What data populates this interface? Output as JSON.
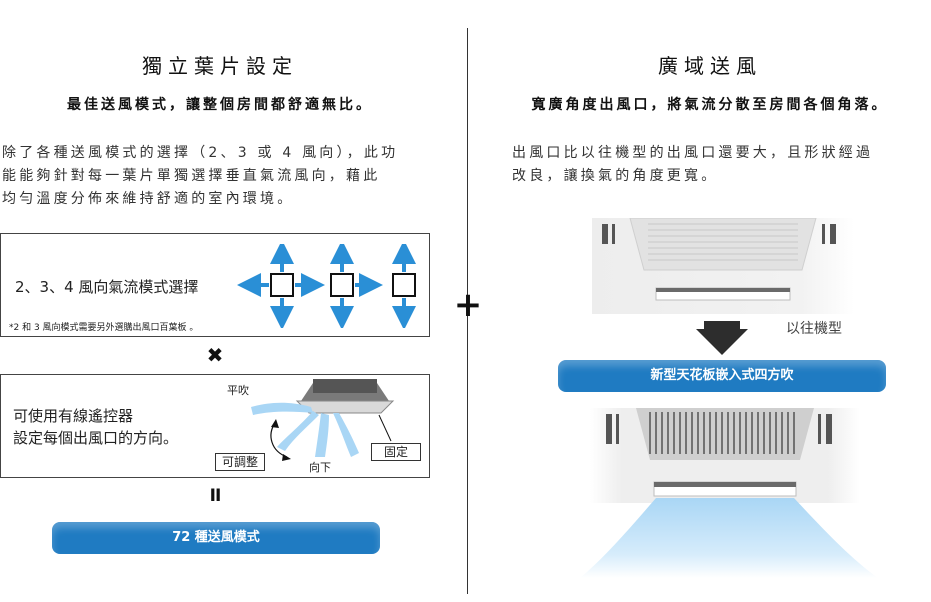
{
  "left": {
    "title": "獨立葉片設定",
    "subtitle": "最佳送風模式，讓整個房間都舒適無比。",
    "body_lines": [
      "除了各種送風模式的選擇（2、3 或 4 風向），此功",
      "能能夠針對每一葉片單獨選擇垂直氣流風向，藉此",
      "均勻溫度分佈來維持舒適的室內環境。"
    ],
    "airflow_box": {
      "label": "2、3、4 風向氣流模式選擇",
      "note": "*2 和 3 風向模式需要另外選購出風口百葉板 。"
    },
    "times_symbol": "✖",
    "remote_box": {
      "text_line1": "可使用有線遙控器",
      "text_line2": "設定每個出風口的方向。",
      "label_flat": "平吹",
      "label_down": "向下",
      "tag_adjustable": "可調整",
      "tag_fixed": "固定"
    },
    "equals_symbol": "II",
    "result_pill": "72 種送風模式"
  },
  "plus_symbol": "+",
  "right": {
    "title": "廣域送風",
    "subtitle": "寬廣角度出風口，將氣流分散至房間各個角落。",
    "body_lines": [
      "出風口比以往機型的出風口還要大，且形狀經過",
      "改良，讓換氣的角度更寬。"
    ],
    "old_model_label": "以往機型",
    "new_model_pill": "新型天花板嵌入式四方吹"
  },
  "colors": {
    "accent": "#1f7bc2",
    "arrow": "#2a8fd6",
    "airflow": "#a9d6f5"
  }
}
